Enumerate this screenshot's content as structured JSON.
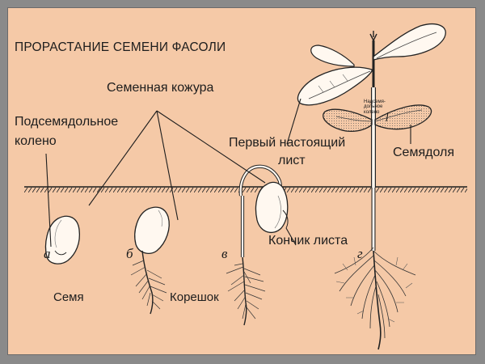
{
  "title": "ПРОРАСТАНИЕ СЕМЕНИ ФАСОЛИ",
  "labels": {
    "seed_coat": "Семенная кожура",
    "hypocotyl_line1": "Подсемядольное",
    "hypocotyl_line2": "колено",
    "first_true_leaf_line1": "Первый настоящий",
    "first_true_leaf_line2": "лист",
    "cotyledon": "Семядоля",
    "epicotyl_line1": "Надсемя-",
    "epicotyl_line2": "дольное",
    "epicotyl_line3": "колено",
    "leaf_tip": "Кончик листа",
    "seed": "Семя",
    "root": "Корешок"
  },
  "stages": [
    "а",
    "б",
    "в",
    "г"
  ],
  "colors": {
    "background": "#f5c9a7",
    "frame": "#8a8a8a",
    "ink": "#1d1d1d"
  }
}
